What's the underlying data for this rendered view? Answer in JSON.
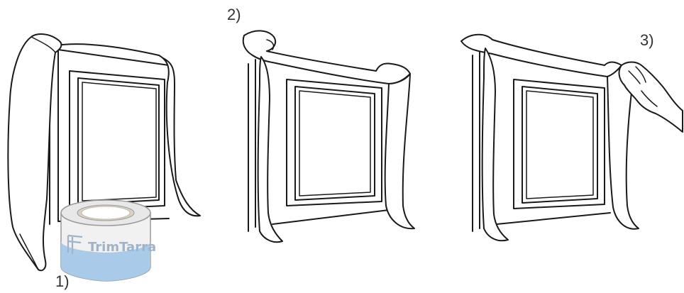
{
  "steps": [
    {
      "label": "1)"
    },
    {
      "label": "2)"
    },
    {
      "label": "3)"
    }
  ],
  "tape_roll": {
    "brand": "TrimTarra"
  },
  "colors": {
    "line": "#1a1a1a",
    "tape_fill": "#ffffff",
    "roll_side": "#f1f1f1",
    "roll_band": "#a9cbe9",
    "roll_inner": "#d9d2c4",
    "brand_text": "#9fb4c8"
  }
}
